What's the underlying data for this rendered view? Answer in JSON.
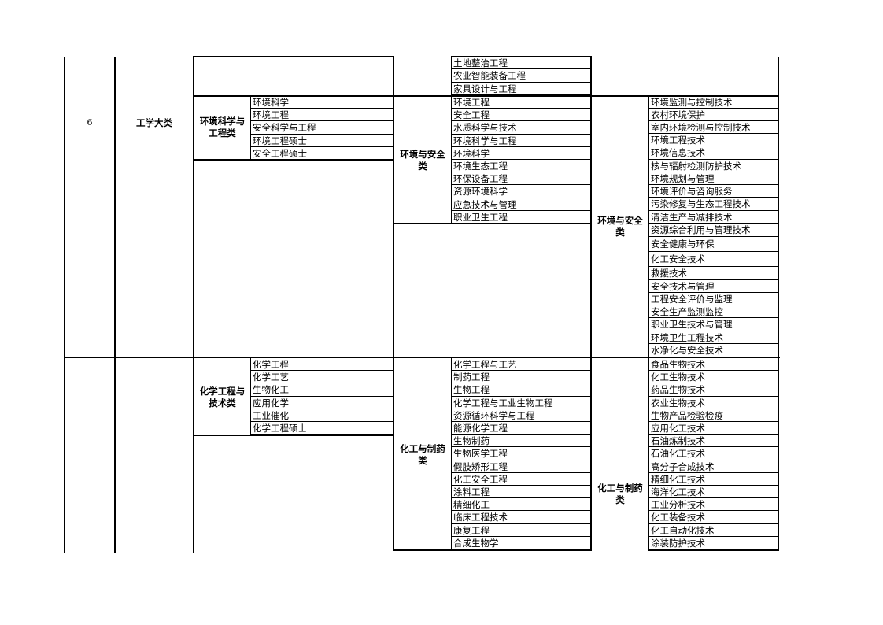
{
  "section": {
    "seq": "6",
    "major_category": "工学大类"
  },
  "block1": {
    "undergrad_class": [
      "环境科学与",
      "工程类"
    ],
    "undergrad_majors": [
      "环境科学",
      "环境工程",
      "安全科学与工程",
      "环境工程硕士",
      "安全工程硕士"
    ],
    "voc_ug_top_majors": [
      "土地整治工程",
      "农业智能装备工程",
      "家具设计与工程"
    ],
    "voc_ug_class": [
      "环境与安全",
      "类"
    ],
    "voc_ug_majors": [
      "环境工程",
      "安全工程",
      "水质科学与技术",
      "环境科学与工程",
      "环境科学",
      "环境生态工程",
      "环保设备工程",
      "资源环境科学",
      "应急技术与管理",
      "职业卫生工程"
    ],
    "voc_class": [
      "环境与安全",
      "类"
    ],
    "voc_majors": [
      "环境监测与控制技术",
      "农村环境保护",
      "室内环境检测与控制技术",
      "环境工程技术",
      "环境信息技术",
      "核与辐射检测防护技术",
      "环境规划与管理",
      "环境评价与咨询服务",
      "污染修复与生态工程技术",
      "清洁生产与减排技术",
      "资源综合利用与管理技术",
      "安全健康与环保",
      "化工安全技术",
      "救援技术",
      "安全技术与管理",
      "工程安全评价与监理",
      "安全生产监测监控",
      "职业卫生技术与管理",
      "环境卫生工程技术",
      "水净化与安全技术"
    ]
  },
  "block2": {
    "undergrad_class": [
      "化学工程与",
      "技术类"
    ],
    "undergrad_majors": [
      "化学工程",
      "化学工艺",
      "生物化工",
      "应用化学",
      "工业催化",
      "化学工程硕士"
    ],
    "voc_ug_class": [
      "化工与制药",
      "类"
    ],
    "voc_ug_majors": [
      "化学工程与工艺",
      "制药工程",
      "生物工程",
      "化学工程与工业生物工程",
      "资源循环科学与工程",
      "能源化学工程",
      "生物制药",
      "生物医学工程",
      "假肢矫形工程",
      "化工安全工程",
      "涂料工程",
      "精细化工",
      "临床工程技术",
      "康复工程",
      "合成生物学"
    ],
    "voc_class": [
      "化工与制药",
      "类"
    ],
    "voc_majors": [
      "食品生物技术",
      "化工生物技术",
      "药品生物技术",
      "农业生物技术",
      "生物产品检验检疫",
      "应用化工技术",
      "石油炼制技术",
      "石油化工技术",
      "高分子合成技术",
      "精细化工技术",
      "海洋化工技术",
      "工业分析技术",
      "化工装备技术",
      "化工自动化技术",
      "涂装防护技术"
    ]
  }
}
